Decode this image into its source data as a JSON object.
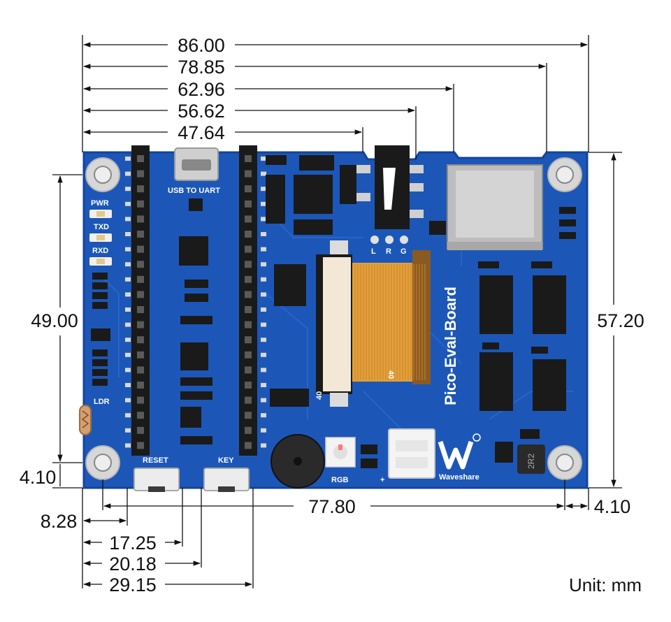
{
  "board": {
    "brand_text": "Pico-Eval-Board",
    "silkscreen": {
      "usb": "USB TO UART",
      "pwr": "PWR",
      "txd": "TXD",
      "rxd": "RXD",
      "ldr": "LDR",
      "reset": "RESET",
      "key": "KEY",
      "audio_l": "L",
      "audio_r": "R",
      "audio_g": "G",
      "rgb": "RGB",
      "plus": "+",
      "fpc_pin": "40",
      "fpc_pin_end": "40",
      "logo_text": "Waveshare",
      "inductor": "2R2"
    },
    "colors": {
      "pcb": "#1c57b8",
      "pcb_edge": "#14449a",
      "header": "#1a1a1a",
      "ribbon": "#e3a03a",
      "silk": "#ffffff"
    }
  },
  "dimensions": {
    "top": [
      "86.00",
      "78.85",
      "62.96",
      "56.62",
      "47.64"
    ],
    "left_height": "49.00",
    "left_offset": "4.10",
    "right_height": "57.20",
    "hole_spacing": "77.80",
    "right_offset": "4.10",
    "bottom": [
      "8.28",
      "17.25",
      "20.18",
      "29.15"
    ]
  },
  "unit_label": "Unit: mm"
}
